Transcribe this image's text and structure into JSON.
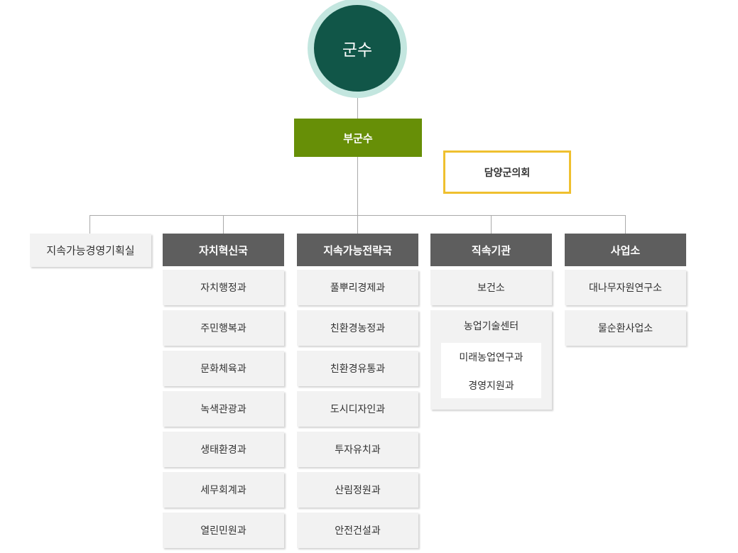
{
  "top": {
    "mayor": "군수",
    "deputy": "부군수",
    "council": "담양군의회"
  },
  "standalone": "지속가능경영기획실",
  "columns": [
    {
      "head": "자치혁신국",
      "items": [
        "자치행정과",
        "주민행복과",
        "문화체육과",
        "녹색관광과",
        "생태환경과",
        "세무회계과",
        "열린민원과"
      ]
    },
    {
      "head": "지속가능전략국",
      "items": [
        "풀뿌리경제과",
        "친환경농정과",
        "친환경유통과",
        "도시디자인과",
        "투자유치과",
        "산림정원과",
        "안전건설과"
      ]
    },
    {
      "head": "직속기관",
      "items": [
        "보건소"
      ],
      "center": {
        "title": "농업기술센터",
        "subs": [
          "미래농업연구과",
          "경영지원과"
        ]
      }
    },
    {
      "head": "사업소",
      "items": [
        "대나무자원연구소",
        "물순환사업소"
      ]
    }
  ],
  "colors": {
    "mayor": "#115648",
    "mayor_ring": "#c3e6df",
    "deputy": "#678f07",
    "council_border": "#efc02f",
    "department_head": "#5e5e5e",
    "item_bg": "#f2f2f2"
  }
}
